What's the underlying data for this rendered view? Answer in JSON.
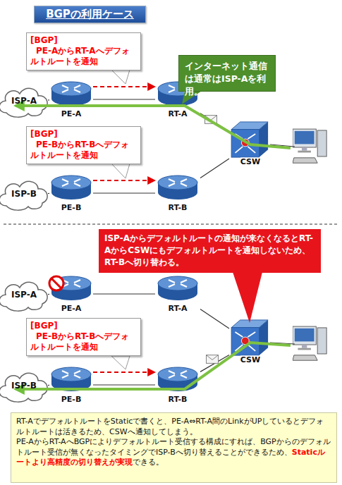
{
  "diagram": {
    "title": "BGPの利用ケース",
    "nodes": [
      {
        "text": [
          "[BGP]",
          "PE-AからRT-Aへデフォルトルートを通知"
        ]
      },
      {
        "text": [
          "インターネット通信は通常はISP-Aを利用。"
        ]
      },
      {
        "text": [
          "ISP-A"
        ]
      },
      {
        "text": [
          "PE-A"
        ]
      },
      {
        "text": [
          "RT-A"
        ]
      },
      {
        "text": [
          "CSW"
        ]
      },
      {
        "text": [
          "[BGP]",
          "PE-BからRT-Bへデフォルトルートを通知"
        ]
      },
      {
        "text": [
          "ISP-B"
        ]
      },
      {
        "text": [
          "PE-B"
        ]
      },
      {
        "text": [
          "RT-B"
        ]
      },
      {
        "text": [
          "ISP-Aからデフォルトルートの通知が来なくなるとRT-AからCSWにもデフォルトルートを通知しないため、RT-Bへ切り替わる。"
        ]
      },
      {
        "text": [
          "ISP-A"
        ]
      },
      {
        "text": [
          "PE-A"
        ]
      },
      {
        "text": [
          "RT-A"
        ]
      },
      {
        "text": [
          "[BGP]",
          "PE-BからRT-Bへデフォルトルートを通知"
        ]
      },
      {
        "text": [
          "CSW"
        ]
      },
      {
        "text": [
          "ISP-B"
        ]
      },
      {
        "text": [
          "PE-B"
        ]
      },
      {
        "text": [
          "RT-B"
        ]
      },
      {
        "text": [
          "RT-AでデフォルトルートをStaticで書くと、PE-A⇔RT-A間のLinkがUPしているとデフォルトルートは活きるため、CSWへ通知してしまう。",
          "PE-AからRT-AへBGPによりデフォルトルート受信する構成にすれば、BGPからのデフォルトルート受信が無くなったタイミングでISP-Bへ切り替えることができるため、",
          "Staticルートより高精度の切り替えが実現",
          "できる。"
        ]
      }
    ],
    "edges": [
      {
        "from": 2,
        "to": 3,
        "arrow": "none"
      },
      {
        "from": 3,
        "to": 4,
        "arrow": "none"
      },
      {
        "from": 3,
        "to": 4,
        "arrow": "to"
      },
      {
        "from": 4,
        "to": 5,
        "arrow": "none"
      },
      {
        "from": 7,
        "to": 8,
        "arrow": "none"
      },
      {
        "from": 8,
        "to": 9,
        "arrow": "none"
      },
      {
        "from": 8,
        "to": 9,
        "arrow": "to"
      },
      {
        "from": 9,
        "to": 5,
        "arrow": "none"
      },
      {
        "from": 11,
        "to": 12,
        "arrow": "none"
      },
      {
        "from": 12,
        "to": 13,
        "arrow": "none"
      },
      {
        "from": 13,
        "to": 15,
        "arrow": "none"
      },
      {
        "from": 16,
        "to": 17,
        "arrow": "none"
      },
      {
        "from": 17,
        "to": 18,
        "arrow": "none"
      },
      {
        "from": 17,
        "to": 18,
        "arrow": "to"
      },
      {
        "from": 18,
        "to": 15,
        "arrow": "none"
      }
    ]
  }
}
